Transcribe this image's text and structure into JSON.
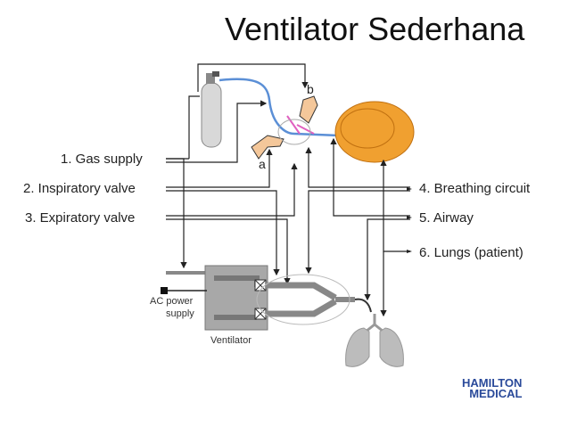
{
  "title": "Ventilator Sederhana",
  "labels": {
    "gas_supply": "1. Gas supply",
    "inspiratory_valve": "2. Inspiratory valve",
    "expiratory_valve": "3. Expiratory valve",
    "breathing_circuit": "4. Breathing circuit",
    "airway": "5. Airway",
    "lungs": "6. Lungs (patient)"
  },
  "hand_labels": {
    "a": "a",
    "b": "b"
  },
  "device": {
    "ac_power_line1": "AC power",
    "ac_power_line2": "supply",
    "ventilator": "Ventilator"
  },
  "brand": {
    "line1": "HAMILTON",
    "line2": "MEDICAL"
  },
  "colors": {
    "tube": "#5b8fd6",
    "balloon": "#f0a030",
    "device": "#999999",
    "text": "#222222"
  }
}
